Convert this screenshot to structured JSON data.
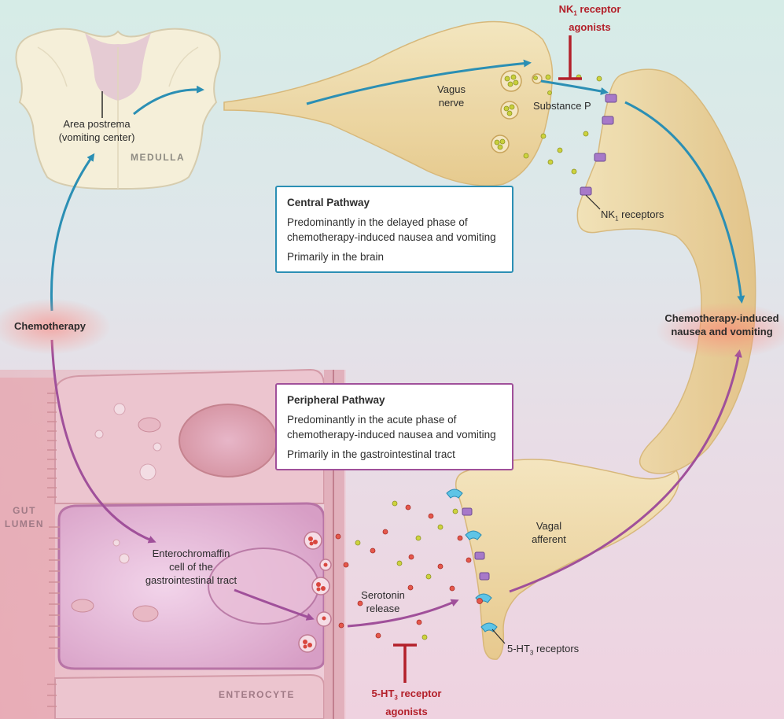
{
  "labels": {
    "area_postrema_1": "Area postrema",
    "area_postrema_2": "(vomiting center)",
    "medulla": "MEDULLA",
    "vagus_nerve_1": "Vagus",
    "vagus_nerve_2": "nerve",
    "substance_p": "Substance P",
    "nk1_agonists_1_pre": "NK",
    "nk1_agonists_1_sub": "1",
    "nk1_agonists_1_post": " receptor",
    "nk1_agonists_2": "agonists",
    "nk1_receptors_pre": "NK",
    "nk1_receptors_sub": "1",
    "nk1_receptors_post": " receptors",
    "chemotherapy": "Chemotherapy",
    "cinv_1": "Chemotherapy-induced",
    "cinv_2": "nausea and vomiting",
    "gut_lumen_1": "GUT",
    "gut_lumen_2": "LUMEN",
    "enterochromaffin_1": "Enterochromaffin",
    "enterochromaffin_2": "cell of the",
    "enterochromaffin_3": "gastrointestinal tract",
    "serotonin_1": "Serotonin",
    "serotonin_2": "release",
    "vagal_afferent_1": "Vagal",
    "vagal_afferent_2": "afferent",
    "ht3_receptors_pre": "5-HT",
    "ht3_receptors_sub": "3",
    "ht3_receptors_post": " receptors",
    "ht3_agonists_1_pre": "5-HT",
    "ht3_agonists_1_sub": "3",
    "ht3_agonists_1_post": " receptor",
    "ht3_agonists_2": "agonists",
    "enterocyte": "ENTEROCYTE"
  },
  "central_box": {
    "title": "Central Pathway",
    "line1a": "Predominantly in the delayed phase of",
    "line1b": "chemotherapy-induced nausea and vomiting",
    "line2": "Primarily in the brain"
  },
  "peripheral_box": {
    "title": "Peripheral Pathway",
    "line1a": "Predominantly in the acute phase of",
    "line1b": "chemotherapy-induced nausea and vomiting",
    "line2": "Primarily in the gastrointestinal tract"
  },
  "colors": {
    "central": "#2b8fb4",
    "peripheral": "#a0509a",
    "inhibitor": "#b3202a",
    "nerve": "#efd9a2"
  }
}
